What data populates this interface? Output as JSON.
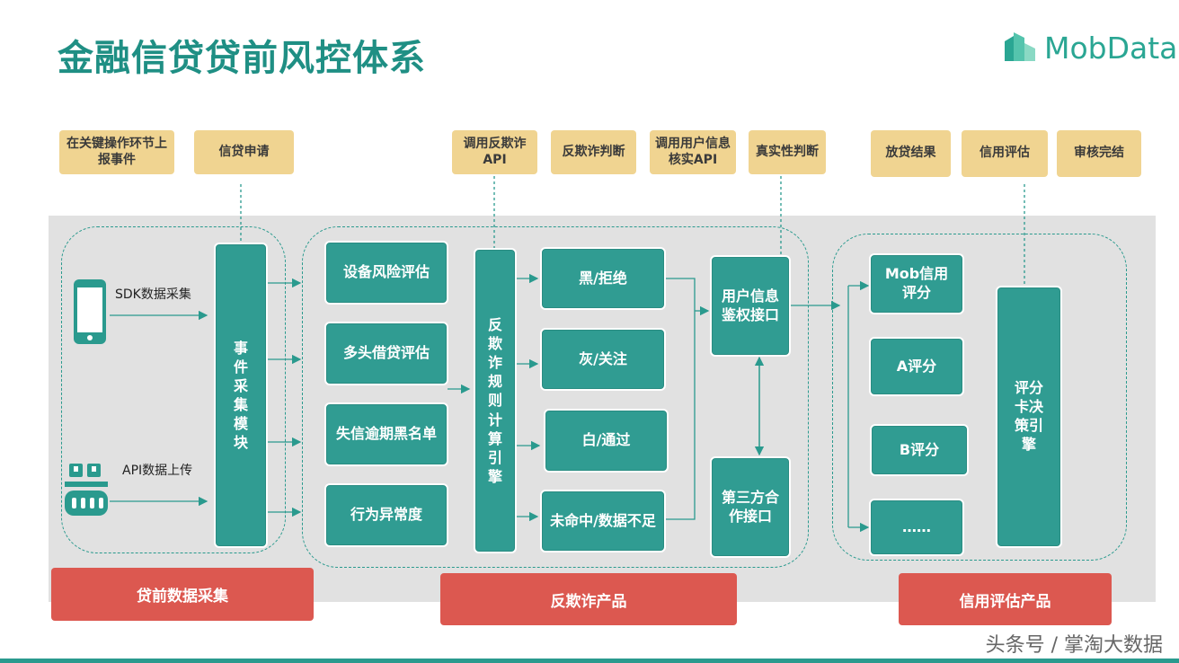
{
  "title": "金融信贷贷前风控体系",
  "logo": {
    "text": "MobData",
    "icon": "buildings-logo-icon"
  },
  "top_tags": {
    "report_event": "在关键操作环节上报事件",
    "credit_apply": "信贷申请",
    "call_antifraud_api": "调用反欺诈API",
    "antifraud_judge": "反欺诈判断",
    "call_user_verify_api": "调用用户信息核实API",
    "authenticity_judge": "真实性判断",
    "loan_result": "放贷结果",
    "credit_eval": "信用评估",
    "review_done": "审核完结"
  },
  "collection": {
    "sdk_label": "SDK数据采集",
    "api_label": "API数据上传",
    "sdk_icon": "smartphone-icon",
    "api_icon": "server-icon",
    "event_module": "事件采集模块"
  },
  "antifraud": {
    "checks": [
      "设备风险评估",
      "多头借贷评估",
      "失信逾期黑名单",
      "行为异常度"
    ],
    "engine": "反欺诈规则计算引擎",
    "results": [
      "黑/拒绝",
      "灰/关注",
      "白/通过",
      "未命中/数据不足"
    ],
    "user_auth": "用户信息鉴权接口",
    "third_party": "第三方合作接口"
  },
  "credit": {
    "scores": [
      "Mob信用评分",
      "A评分",
      "B评分",
      "……"
    ],
    "engine": "评分卡决策引擎"
  },
  "sections": {
    "collection": "贷前数据采集",
    "antifraud": "反欺诈产品",
    "credit": "信用评估产品"
  },
  "watermark": "头条号 / 掌淘大数据",
  "colors": {
    "teal": "#309c92",
    "title": "#1f8f84",
    "tag": "#f0d491",
    "red": "#dc5850",
    "panel": "#e1e1e1"
  }
}
